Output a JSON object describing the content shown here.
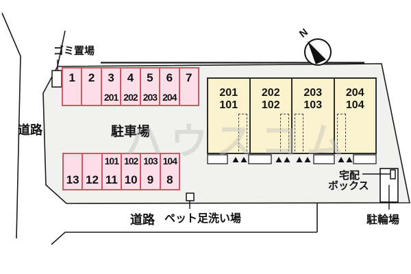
{
  "watermark": "ハウスコム",
  "compass": {
    "n": "N"
  },
  "labels": {
    "garbage": "ゴミ置場",
    "road_left": "道路",
    "road_bottom": "道路",
    "parking_lot": "駐車場",
    "pet_wash": "ペット足洗い場",
    "delivery_box_line1": "宅配",
    "delivery_box_line2": "ボックス",
    "bicycle_parking": "駐輪場"
  },
  "parking": {
    "row_top": [
      {
        "number": "1",
        "unit": ""
      },
      {
        "number": "2",
        "unit": ""
      },
      {
        "number": "3",
        "unit": "201"
      },
      {
        "number": "4",
        "unit": "202"
      },
      {
        "number": "5",
        "unit": "203"
      },
      {
        "number": "6",
        "unit": "204"
      },
      {
        "number": "7",
        "unit": ""
      }
    ],
    "row_bottom": [
      {
        "number": "13",
        "unit": ""
      },
      {
        "number": "12",
        "unit": ""
      },
      {
        "number": "11",
        "unit": "101"
      },
      {
        "number": "10",
        "unit": "102"
      },
      {
        "number": "9",
        "unit": "103"
      },
      {
        "number": "8",
        "unit": "104"
      }
    ]
  },
  "building": {
    "units": [
      {
        "upper": "201",
        "lower": "101"
      },
      {
        "upper": "202",
        "lower": "102"
      },
      {
        "upper": "203",
        "lower": "103"
      },
      {
        "upper": "204",
        "lower": "104"
      }
    ]
  },
  "colors": {
    "site_fill": "#f1f1f0",
    "parking_fill": "#fcdee8",
    "parking_border": "#d25563",
    "building_fill": "#fbf3cd",
    "line": "#1a1a1a"
  }
}
